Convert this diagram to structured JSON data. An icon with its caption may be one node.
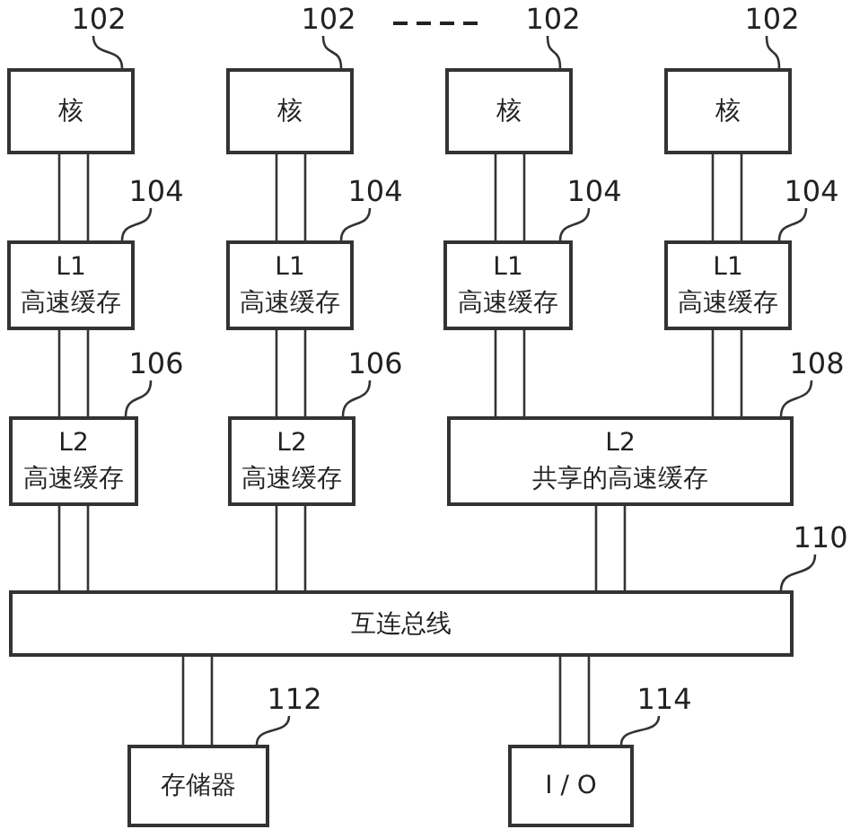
{
  "diagram": {
    "nodes": [
      {
        "text": [
          "核"
        ]
      },
      {
        "text": [
          "核"
        ]
      },
      {
        "text": [
          "核"
        ]
      },
      {
        "text": [
          "核"
        ]
      },
      {
        "text": [
          "L1",
          "高速缓存"
        ]
      },
      {
        "text": [
          "L1",
          "高速缓存"
        ]
      },
      {
        "text": [
          "L1",
          "高速缓存"
        ]
      },
      {
        "text": [
          "L1",
          "高速缓存"
        ]
      },
      {
        "text": [
          "L2",
          "高速缓存"
        ]
      },
      {
        "text": [
          "L2",
          "高速缓存"
        ]
      },
      {
        "text": [
          "L2",
          "共享的高速缓存"
        ]
      },
      {
        "text": [
          "互连总线"
        ]
      },
      {
        "text": [
          "存储器"
        ]
      },
      {
        "text": [
          "I / O"
        ]
      },
      {
        "text": [
          "102"
        ]
      },
      {
        "text": [
          "102"
        ]
      },
      {
        "text": [
          "102"
        ]
      },
      {
        "text": [
          "102"
        ]
      },
      {
        "text": [
          "104"
        ]
      },
      {
        "text": [
          "104"
        ]
      },
      {
        "text": [
          "104"
        ]
      },
      {
        "text": [
          "104"
        ]
      },
      {
        "text": [
          "106"
        ]
      },
      {
        "text": [
          "106"
        ]
      },
      {
        "text": [
          "108"
        ]
      },
      {
        "text": [
          "110"
        ]
      },
      {
        "text": [
          "112"
        ]
      },
      {
        "text": [
          "114"
        ]
      }
    ],
    "edges": [
      {
        "from": 0,
        "to": 4,
        "arrow": "none"
      },
      {
        "from": 1,
        "to": 5,
        "arrow": "none"
      },
      {
        "from": 2,
        "to": 6,
        "arrow": "none"
      },
      {
        "from": 3,
        "to": 7,
        "arrow": "none"
      },
      {
        "from": 4,
        "to": 8,
        "arrow": "none"
      },
      {
        "from": 5,
        "to": 9,
        "arrow": "none"
      },
      {
        "from": 6,
        "to": 10,
        "arrow": "none"
      },
      {
        "from": 7,
        "to": 10,
        "arrow": "none"
      },
      {
        "from": 8,
        "to": 11,
        "arrow": "none"
      },
      {
        "from": 9,
        "to": 11,
        "arrow": "none"
      },
      {
        "from": 10,
        "to": 11,
        "arrow": "none"
      },
      {
        "from": 11,
        "to": 12,
        "arrow": "none"
      },
      {
        "from": 11,
        "to": 13,
        "arrow": "none"
      },
      {
        "from": 14,
        "to": 0,
        "arrow": "none"
      },
      {
        "from": 15,
        "to": 1,
        "arrow": "none"
      },
      {
        "from": 16,
        "to": 2,
        "arrow": "none"
      },
      {
        "from": 17,
        "to": 3,
        "arrow": "none"
      },
      {
        "from": 18,
        "to": 4,
        "arrow": "none"
      },
      {
        "from": 19,
        "to": 5,
        "arrow": "none"
      },
      {
        "from": 20,
        "to": 6,
        "arrow": "none"
      },
      {
        "from": 21,
        "to": 7,
        "arrow": "none"
      },
      {
        "from": 22,
        "to": 8,
        "arrow": "none"
      },
      {
        "from": 23,
        "to": 9,
        "arrow": "none"
      },
      {
        "from": 24,
        "to": 10,
        "arrow": "none"
      },
      {
        "from": 25,
        "to": 11,
        "arrow": "none"
      },
      {
        "from": 26,
        "to": 12,
        "arrow": "none"
      },
      {
        "from": 27,
        "to": 13,
        "arrow": "none"
      }
    ]
  }
}
